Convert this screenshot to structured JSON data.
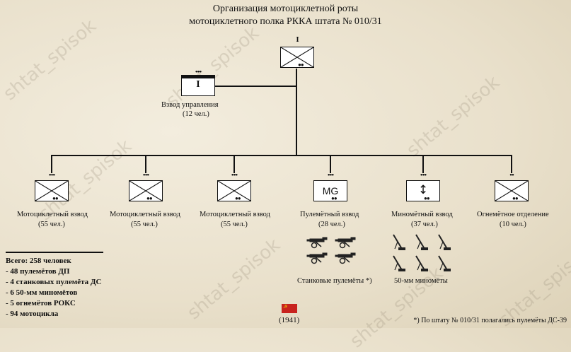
{
  "title": {
    "line1": "Организация мотоциклетной роты",
    "line2": "мотоциклетного полка РККА штата № 010/31"
  },
  "watermark": "shtat_spisok",
  "hq": {
    "echelon": "I"
  },
  "control": {
    "name": "Взвод управления",
    "count": "(12 чел.)",
    "symbol": "I"
  },
  "units": [
    {
      "name": "Мотоциклетный взвод",
      "count": "(55 чел.)",
      "dots": "•••",
      "symbol": ""
    },
    {
      "name": "Мотоциклетный взвод",
      "count": "(55 чел.)",
      "dots": "•••",
      "symbol": ""
    },
    {
      "name": "Мотоциклетный взвод",
      "count": "(55 чел.)",
      "dots": "•••",
      "symbol": ""
    },
    {
      "name": "Пулемётный взвод",
      "count": "(28 чел.)",
      "dots": "•••",
      "symbol": "MG"
    },
    {
      "name": "Миномётный взвод",
      "count": "(37 чел.)",
      "dots": "•••",
      "symbol": "↕"
    },
    {
      "name": "Огнемётное отделение",
      "count": "(10 чел.)",
      "dots": "••",
      "symbol": ""
    }
  ],
  "weapons": {
    "mg_caption": "Станковые пулемёты  *)",
    "mortar_caption": "50-мм миномёты"
  },
  "totals": [
    "Всего: 258 человек",
    "- 48 пулемётов ДП",
    "- 4 станковых пулемёта ДС",
    "- 6 50-мм миномётов",
    "- 5 огнемётов РОКС",
    "- 94 мотоцикла"
  ],
  "flag": {
    "symbol": "☭",
    "color": "#c8231e"
  },
  "year": "(1941)",
  "footnote": "*) По штату № 010/31 полагались пулемёты ДС-39"
}
